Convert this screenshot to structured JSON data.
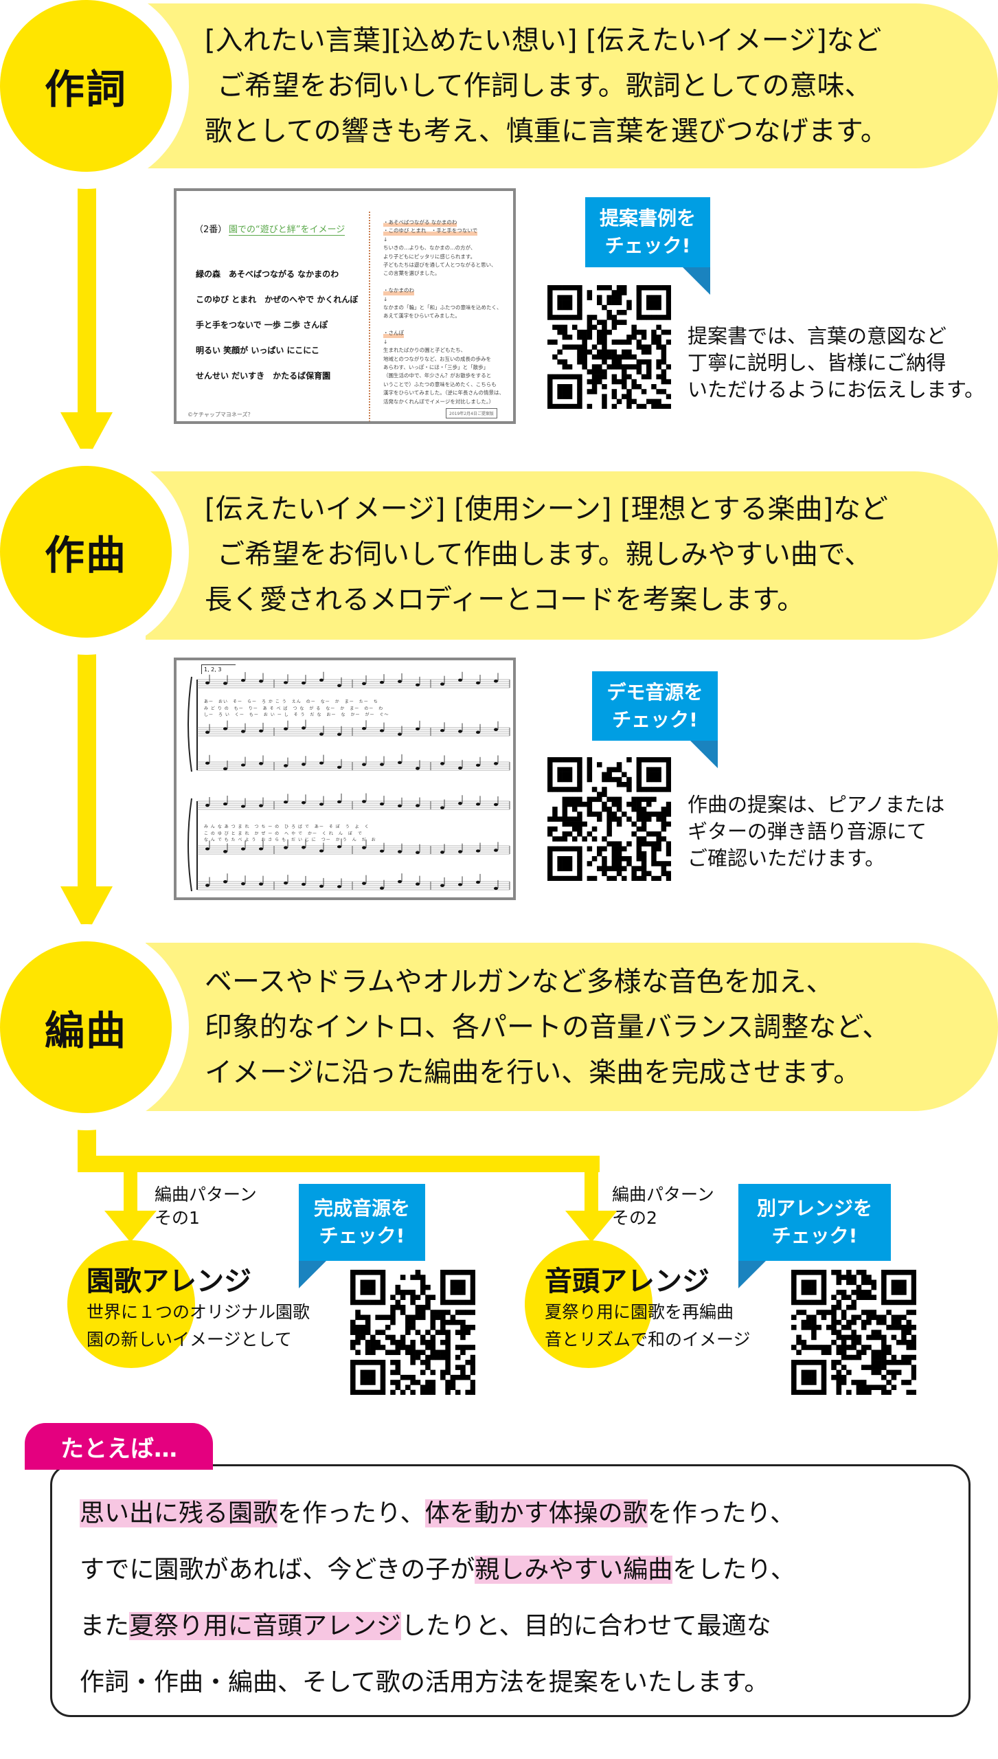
{
  "colors": {
    "circle": "#ffe500",
    "banner": "#fff383",
    "bubble": "#009ee3",
    "tag": "#e4007f",
    "highlight": "#f7c6e2"
  },
  "steps": [
    {
      "title": "作詞",
      "lines": [
        "[入れたい言葉][込めたい想い] [伝えたいイメージ]など",
        "ご希望をお伺いして作詞します。歌詞としての意味、",
        "歌としての響きも考え、慎重に言葉を選びつなげます。"
      ],
      "bubble": [
        "提案書例を",
        "チェック!"
      ],
      "desc": [
        "提案書では、言葉の意図など",
        "丁寧に説明し、皆様にご納得",
        "いただけるようにお伝えします。"
      ]
    },
    {
      "title": "作曲",
      "lines": [
        "[伝えたいイメージ] [使用シーン] [理想とする楽曲]など",
        "ご希望をお伺いして作曲します。親しみやすい曲で、",
        "長く愛されるメロディーとコードを考案します。"
      ],
      "bubble": [
        "デモ音源を",
        "チェック!"
      ],
      "desc": [
        "作曲の提案は、ピアノまたは",
        "ギターの弾き語り音源にて",
        "ご確認いただけます。"
      ]
    },
    {
      "title": "編曲",
      "lines": [
        "ベースやドラムやオルガンなど多様な音色を加え、",
        "印象的なイントロ、各パートの音量バランス調整など、",
        "イメージに沿った編曲を行い、楽曲を完成させます。"
      ]
    }
  ],
  "proposal_doc": {
    "heading_num": "（2番）",
    "heading": "園での“遊びと絆”をイメージ",
    "lyrics": [
      "緑の森　あそべばつながる なかまのわ",
      "このゆび とまれ　かぜのへやで かくれんぼ",
      "手と手をつないで 一歩 二歩 さんぽ",
      "明るい 笑顔が いっぱい にこにこ",
      "せんせい だいすき　かたるば保育園"
    ],
    "notes": [
      "・あそべばつながる なかまのわ",
      "・このゆび とまれ　・手と手をつないで",
      "↓",
      "ちいきの…よりも、なかまの…の方が、",
      "より子どもにピッタリに感じられます。",
      "子どもたちは遊びを通して人とつながると思い、",
      "この言葉を選びました。",
      "",
      "・なかまのわ",
      "↓",
      "なかまの「輪」と「和」ふたつの意味を込めたく、",
      "あえて漢字をひらいてみました。",
      "",
      "・さんぽ",
      "↓",
      "生まれたばかりの園と子どもたち、",
      "地域とのつながりなど、お互いの成長の歩みを",
      "あらわす、いっぽ・にほ・「三歩」と「散歩」",
      "（園生活の中で、年少さん？がお散歩をすると",
      "いうことで）ふたつの意味を込めたく、こちらも",
      "漢字をひらいてみました。（逆に年長さんの情景は、",
      "活発なかくれんぼでイメージを対比しました。）"
    ],
    "copyright": "©ケチャップマヨネーズ？",
    "date": "2019年2月4日ご提案版"
  },
  "score": {
    "volta": "1, 2, 3",
    "lyrics_1": [
      "あー　おい　そー　らー　ろ か こ う　えん　のー　なー　か　まー　たー　ち",
      "み ど り の　もー　りー　あ そ べ ば　つ な　が る　なー　か　まー　のー　わ",
      "しー　ろ い　くー　もー　お い ー し　そ う　だ な　おー　な　かー　がー　ぐ～"
    ],
    "lyrics_2": [
      "み ん な あ つ ま れ　つ ち ー の　ひ ろ ば で　あー　そ ぼ　う　よ　く",
      "こ の ゆ び と ま れ　か ぜ ー の　へ や で　かー　く れ　ん　ぼ　で",
      "な ん で も た べ よ う　お さ ら も　だ い じ に　つー　か う　ん　だ　お"
    ]
  },
  "arrange": {
    "patterns": [
      {
        "label": [
          "編曲パターン",
          "その1"
        ],
        "title": "園歌アレンジ",
        "sub": [
          "世界に１つのオリジナル園歌",
          "園の新しいイメージとして"
        ],
        "bubble": [
          "完成音源を",
          "チェック!"
        ]
      },
      {
        "label": [
          "編曲パターン",
          "その2"
        ],
        "title": "音頭アレンジ",
        "sub": [
          "夏祭り用に園歌を再編曲",
          "音とリズムで和のイメージ"
        ],
        "bubble": [
          "別アレンジを",
          "チェック!"
        ]
      }
    ]
  },
  "example": {
    "tag": "たとえば…",
    "lines": [
      [
        {
          "t": "思い出に残る園歌",
          "hl": true
        },
        {
          "t": "を作ったり、",
          "hl": false
        },
        {
          "t": "体を動かす体操の歌",
          "hl": true
        },
        {
          "t": "を作ったり、",
          "hl": false
        }
      ],
      [
        {
          "t": "すでに園歌があれば、今どきの子が",
          "hl": false
        },
        {
          "t": "親しみやすい編曲",
          "hl": true
        },
        {
          "t": "をしたり、",
          "hl": false
        }
      ],
      [
        {
          "t": "また",
          "hl": false
        },
        {
          "t": "夏祭り用に音頭アレンジ",
          "hl": true
        },
        {
          "t": "したりと、目的に合わせて最適な",
          "hl": false
        }
      ],
      [
        {
          "t": "作詞・作曲・編曲、そして歌の活用方法を提案をいたします。",
          "hl": false
        }
      ]
    ]
  }
}
